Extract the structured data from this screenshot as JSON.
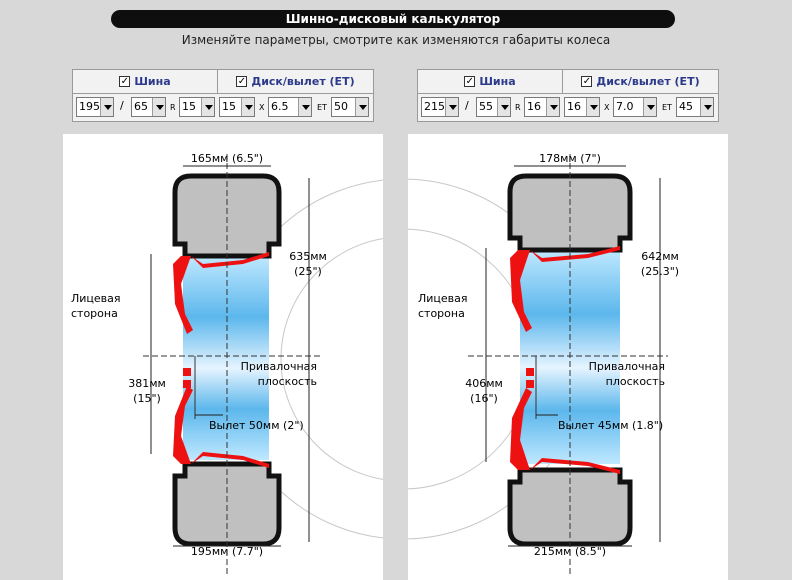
{
  "header": {
    "title": "Шинно-дисковый калькулятор",
    "subtitle": "Изменяйте параметры, смотрите как изменяются габариты колеса"
  },
  "colors": {
    "rim": "#ee1111",
    "tire": "#c0c0c0",
    "title_bg": "#0e0e0e"
  },
  "left": {
    "tire_label": "Шина",
    "disk_label": "Диск/вылет (ET)",
    "width": "195",
    "profile": "65",
    "r_label": "R",
    "tire_rim": "15",
    "disk_rim": "15",
    "x_label": "X",
    "disk_width": "6.5",
    "et_label": "ЕТ",
    "et": "50",
    "dim_tire_width": "165мм (6.5\")",
    "dim_diameter": "635мм",
    "dim_diameter_in": "(25\")",
    "face_label_1": "Лицевая",
    "face_label_2": "сторона",
    "mount_label_1": "Привалочная",
    "mount_label_2": "плоскость",
    "dim_rim_d": "381мм",
    "dim_rim_d_in": "(15\")",
    "offset_label": "Вылет 50мм (2\")",
    "dim_section": "195мм (7.7\")"
  },
  "right": {
    "tire_label": "Шина",
    "disk_label": "Диск/вылет (ET)",
    "width": "215",
    "profile": "55",
    "r_label": "R",
    "tire_rim": "16",
    "disk_rim": "16",
    "x_label": "X",
    "disk_width": "7.0",
    "et_label": "ЕТ",
    "et": "45",
    "dim_tire_width": "178мм (7\")",
    "dim_diameter": "642мм",
    "dim_diameter_in": "(25.3\")",
    "face_label_1": "Лицевая",
    "face_label_2": "сторона",
    "mount_label_1": "Привалочная",
    "mount_label_2": "плоскость",
    "dim_rim_d": "406мм",
    "dim_rim_d_in": "(16\")",
    "offset_label": "Вылет 45мм (1.8\")",
    "dim_section": "215мм (8.5\")"
  }
}
